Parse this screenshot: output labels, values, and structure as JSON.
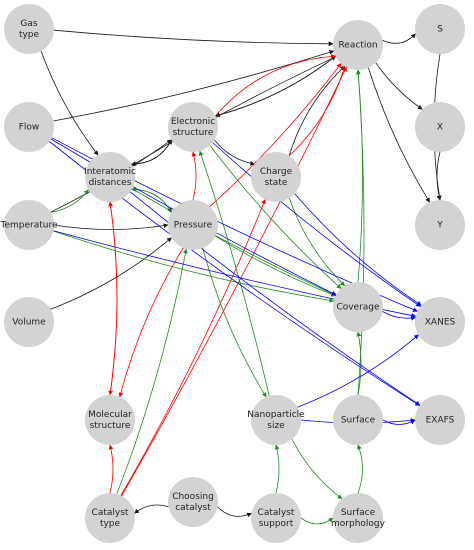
{
  "colors": {
    "node_fill": "#d3d3d3",
    "black": "#1a1a1a",
    "red": "#ff0000",
    "green": "#228b22",
    "blue": "#0000ff"
  },
  "nodes": [
    {
      "id": "gas_type",
      "lines": [
        "Gas",
        "type"
      ]
    },
    {
      "id": "reaction",
      "lines": [
        "Reaction"
      ]
    },
    {
      "id": "s",
      "lines": [
        "S"
      ]
    },
    {
      "id": "flow",
      "lines": [
        "Flow"
      ]
    },
    {
      "id": "electronic_structure",
      "lines": [
        "Electronic",
        "structure"
      ]
    },
    {
      "id": "x",
      "lines": [
        "X"
      ]
    },
    {
      "id": "interatomic_distances",
      "lines": [
        "Interatomic",
        "distances"
      ]
    },
    {
      "id": "charge_state",
      "lines": [
        "Charge",
        "state"
      ]
    },
    {
      "id": "temperature",
      "lines": [
        "Temperature"
      ]
    },
    {
      "id": "pressure",
      "lines": [
        "Pressure"
      ]
    },
    {
      "id": "y",
      "lines": [
        "Y"
      ]
    },
    {
      "id": "volume",
      "lines": [
        "Volume"
      ]
    },
    {
      "id": "coverage",
      "lines": [
        "Coverage"
      ]
    },
    {
      "id": "xanes",
      "lines": [
        "XANES"
      ]
    },
    {
      "id": "molecular_structure",
      "lines": [
        "Molecular",
        "structure"
      ]
    },
    {
      "id": "nanoparticle_size",
      "lines": [
        "Nanoparticle",
        "size"
      ]
    },
    {
      "id": "surface",
      "lines": [
        "Surface"
      ]
    },
    {
      "id": "exafs",
      "lines": [
        "EXAFS"
      ]
    },
    {
      "id": "catalyst_type",
      "lines": [
        "Catalyst",
        "type"
      ]
    },
    {
      "id": "choosing_catalyst",
      "lines": [
        "Choosing",
        "catalyst"
      ]
    },
    {
      "id": "catalyst_support",
      "lines": [
        "Catalyst",
        "support"
      ]
    },
    {
      "id": "surface_morphology",
      "lines": [
        "Surface",
        "morphology"
      ]
    }
  ],
  "edges": [
    {
      "from": "gas_type",
      "to": "reaction",
      "color": "black"
    },
    {
      "from": "gas_type",
      "to": "interatomic_distances",
      "color": "black"
    },
    {
      "from": "reaction",
      "to": "s",
      "color": "black"
    },
    {
      "from": "reaction",
      "to": "x",
      "color": "black"
    },
    {
      "from": "reaction",
      "to": "y",
      "color": "black"
    },
    {
      "from": "s",
      "to": "y",
      "color": "black"
    },
    {
      "from": "x",
      "to": "y",
      "color": "black"
    },
    {
      "from": "reaction",
      "to": "electronic_structure",
      "color": "black"
    },
    {
      "from": "electronic_structure",
      "to": "reaction",
      "color": "black"
    },
    {
      "from": "reaction",
      "to": "interatomic_distances",
      "color": "black"
    },
    {
      "from": "flow",
      "to": "reaction",
      "color": "black"
    },
    {
      "from": "electronic_structure",
      "to": "interatomic_distances",
      "color": "black"
    },
    {
      "from": "interatomic_distances",
      "to": "electronic_structure",
      "color": "black"
    },
    {
      "from": "electronic_structure",
      "to": "charge_state",
      "color": "black"
    },
    {
      "from": "charge_state",
      "to": "reaction",
      "color": "black"
    },
    {
      "from": "temperature",
      "to": "electronic_structure",
      "color": "black"
    },
    {
      "from": "temperature",
      "to": "pressure",
      "color": "black"
    },
    {
      "from": "volume",
      "to": "pressure",
      "color": "black"
    },
    {
      "from": "interatomic_distances",
      "to": "pressure",
      "color": "black"
    },
    {
      "from": "choosing_catalyst",
      "to": "catalyst_type",
      "color": "black"
    },
    {
      "from": "choosing_catalyst",
      "to": "catalyst_support",
      "color": "black"
    },
    {
      "from": "electronic_structure",
      "to": "reaction",
      "color": "red"
    },
    {
      "from": "pressure",
      "to": "reaction",
      "color": "red"
    },
    {
      "from": "charge_state",
      "to": "reaction",
      "color": "red"
    },
    {
      "from": "interatomic_distances",
      "to": "molecular_structure",
      "color": "red"
    },
    {
      "from": "molecular_structure",
      "to": "interatomic_distances",
      "color": "red"
    },
    {
      "from": "pressure",
      "to": "molecular_structure",
      "color": "red"
    },
    {
      "from": "catalyst_type",
      "to": "molecular_structure",
      "color": "red"
    },
    {
      "from": "catalyst_type",
      "to": "reaction",
      "color": "red"
    },
    {
      "from": "catalyst_type",
      "to": "charge_state",
      "color": "red"
    },
    {
      "from": "pressure",
      "to": "electronic_structure",
      "color": "red"
    },
    {
      "from": "temperature",
      "to": "interatomic_distances",
      "color": "green"
    },
    {
      "from": "temperature",
      "to": "coverage",
      "color": "green"
    },
    {
      "from": "pressure",
      "to": "coverage",
      "color": "green"
    },
    {
      "from": "electronic_structure",
      "to": "coverage",
      "color": "green"
    },
    {
      "from": "charge_state",
      "to": "coverage",
      "color": "green"
    },
    {
      "from": "interatomic_distances",
      "to": "coverage",
      "color": "green"
    },
    {
      "from": "pressure",
      "to": "interatomic_distances",
      "color": "green"
    },
    {
      "from": "pressure",
      "to": "nanoparticle_size",
      "color": "green"
    },
    {
      "from": "nanoparticle_size",
      "to": "electronic_structure",
      "color": "green"
    },
    {
      "from": "coverage",
      "to": "reaction",
      "color": "green"
    },
    {
      "from": "surface",
      "to": "reaction",
      "color": "green"
    },
    {
      "from": "surface",
      "to": "coverage",
      "color": "green"
    },
    {
      "from": "surface_morphology",
      "to": "surface",
      "color": "green"
    },
    {
      "from": "catalyst_support",
      "to": "surface_morphology",
      "color": "green"
    },
    {
      "from": "catalyst_support",
      "to": "nanoparticle_size",
      "color": "green"
    },
    {
      "from": "nanoparticle_size",
      "to": "surface_morphology",
      "color": "green"
    },
    {
      "from": "catalyst_type",
      "to": "pressure",
      "color": "green"
    },
    {
      "from": "flow",
      "to": "coverage",
      "color": "blue"
    },
    {
      "from": "flow",
      "to": "xanes",
      "color": "blue"
    },
    {
      "from": "flow",
      "to": "exafs",
      "color": "blue"
    },
    {
      "from": "temperature",
      "to": "xanes",
      "color": "blue"
    },
    {
      "from": "electronic_structure",
      "to": "xanes",
      "color": "blue"
    },
    {
      "from": "charge_state",
      "to": "xanes",
      "color": "blue"
    },
    {
      "from": "coverage",
      "to": "xanes",
      "color": "blue"
    },
    {
      "from": "interatomic_distances",
      "to": "exafs",
      "color": "blue"
    },
    {
      "from": "nanoparticle_size",
      "to": "xanes",
      "color": "blue"
    },
    {
      "from": "nanoparticle_size",
      "to": "exafs",
      "color": "blue"
    },
    {
      "from": "surface",
      "to": "exafs",
      "color": "blue"
    }
  ]
}
